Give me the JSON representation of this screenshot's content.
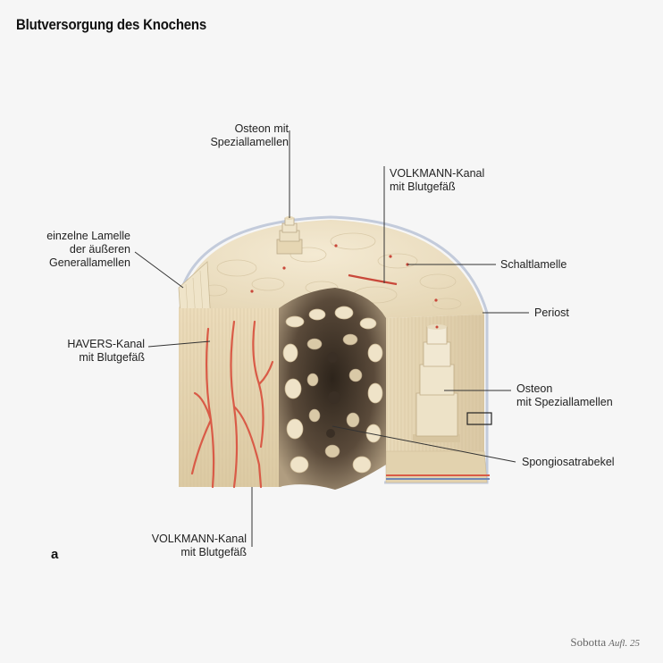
{
  "title": "Blutversorgung des Knochens",
  "panel_letter": "a",
  "labels": {
    "osteon_top": [
      "Osteon mit",
      "Speziallamellen"
    ],
    "volkmann_top": [
      "VOLKMANN-Kanal",
      "mit Blutgefäß"
    ],
    "lamelle": [
      "einzelne Lamelle",
      "der äußeren",
      "Generallamellen"
    ],
    "schaltlamelle": [
      "Schaltlamelle"
    ],
    "periost": [
      "Periost"
    ],
    "havers": [
      "HAVERS-Kanal",
      "mit Blutgefäß"
    ],
    "osteon_right": [
      "Osteon",
      "mit Speziallamellen"
    ],
    "spongiosa": [
      "Spongiosatrabekel"
    ],
    "volkmann_bottom": [
      "VOLKMANN-Kanal",
      "mit Blutgefäß"
    ]
  },
  "footer": {
    "source": "Sobotta",
    "edition": "Aufl. 25"
  },
  "colors": {
    "bone": "#ede0c4",
    "bone_shadow": "#d8c7a2",
    "vessel_red": "#d95b47",
    "vessel_blue": "#6f87b7",
    "spongy_dark": "#3c3228",
    "leader": "#333333"
  }
}
